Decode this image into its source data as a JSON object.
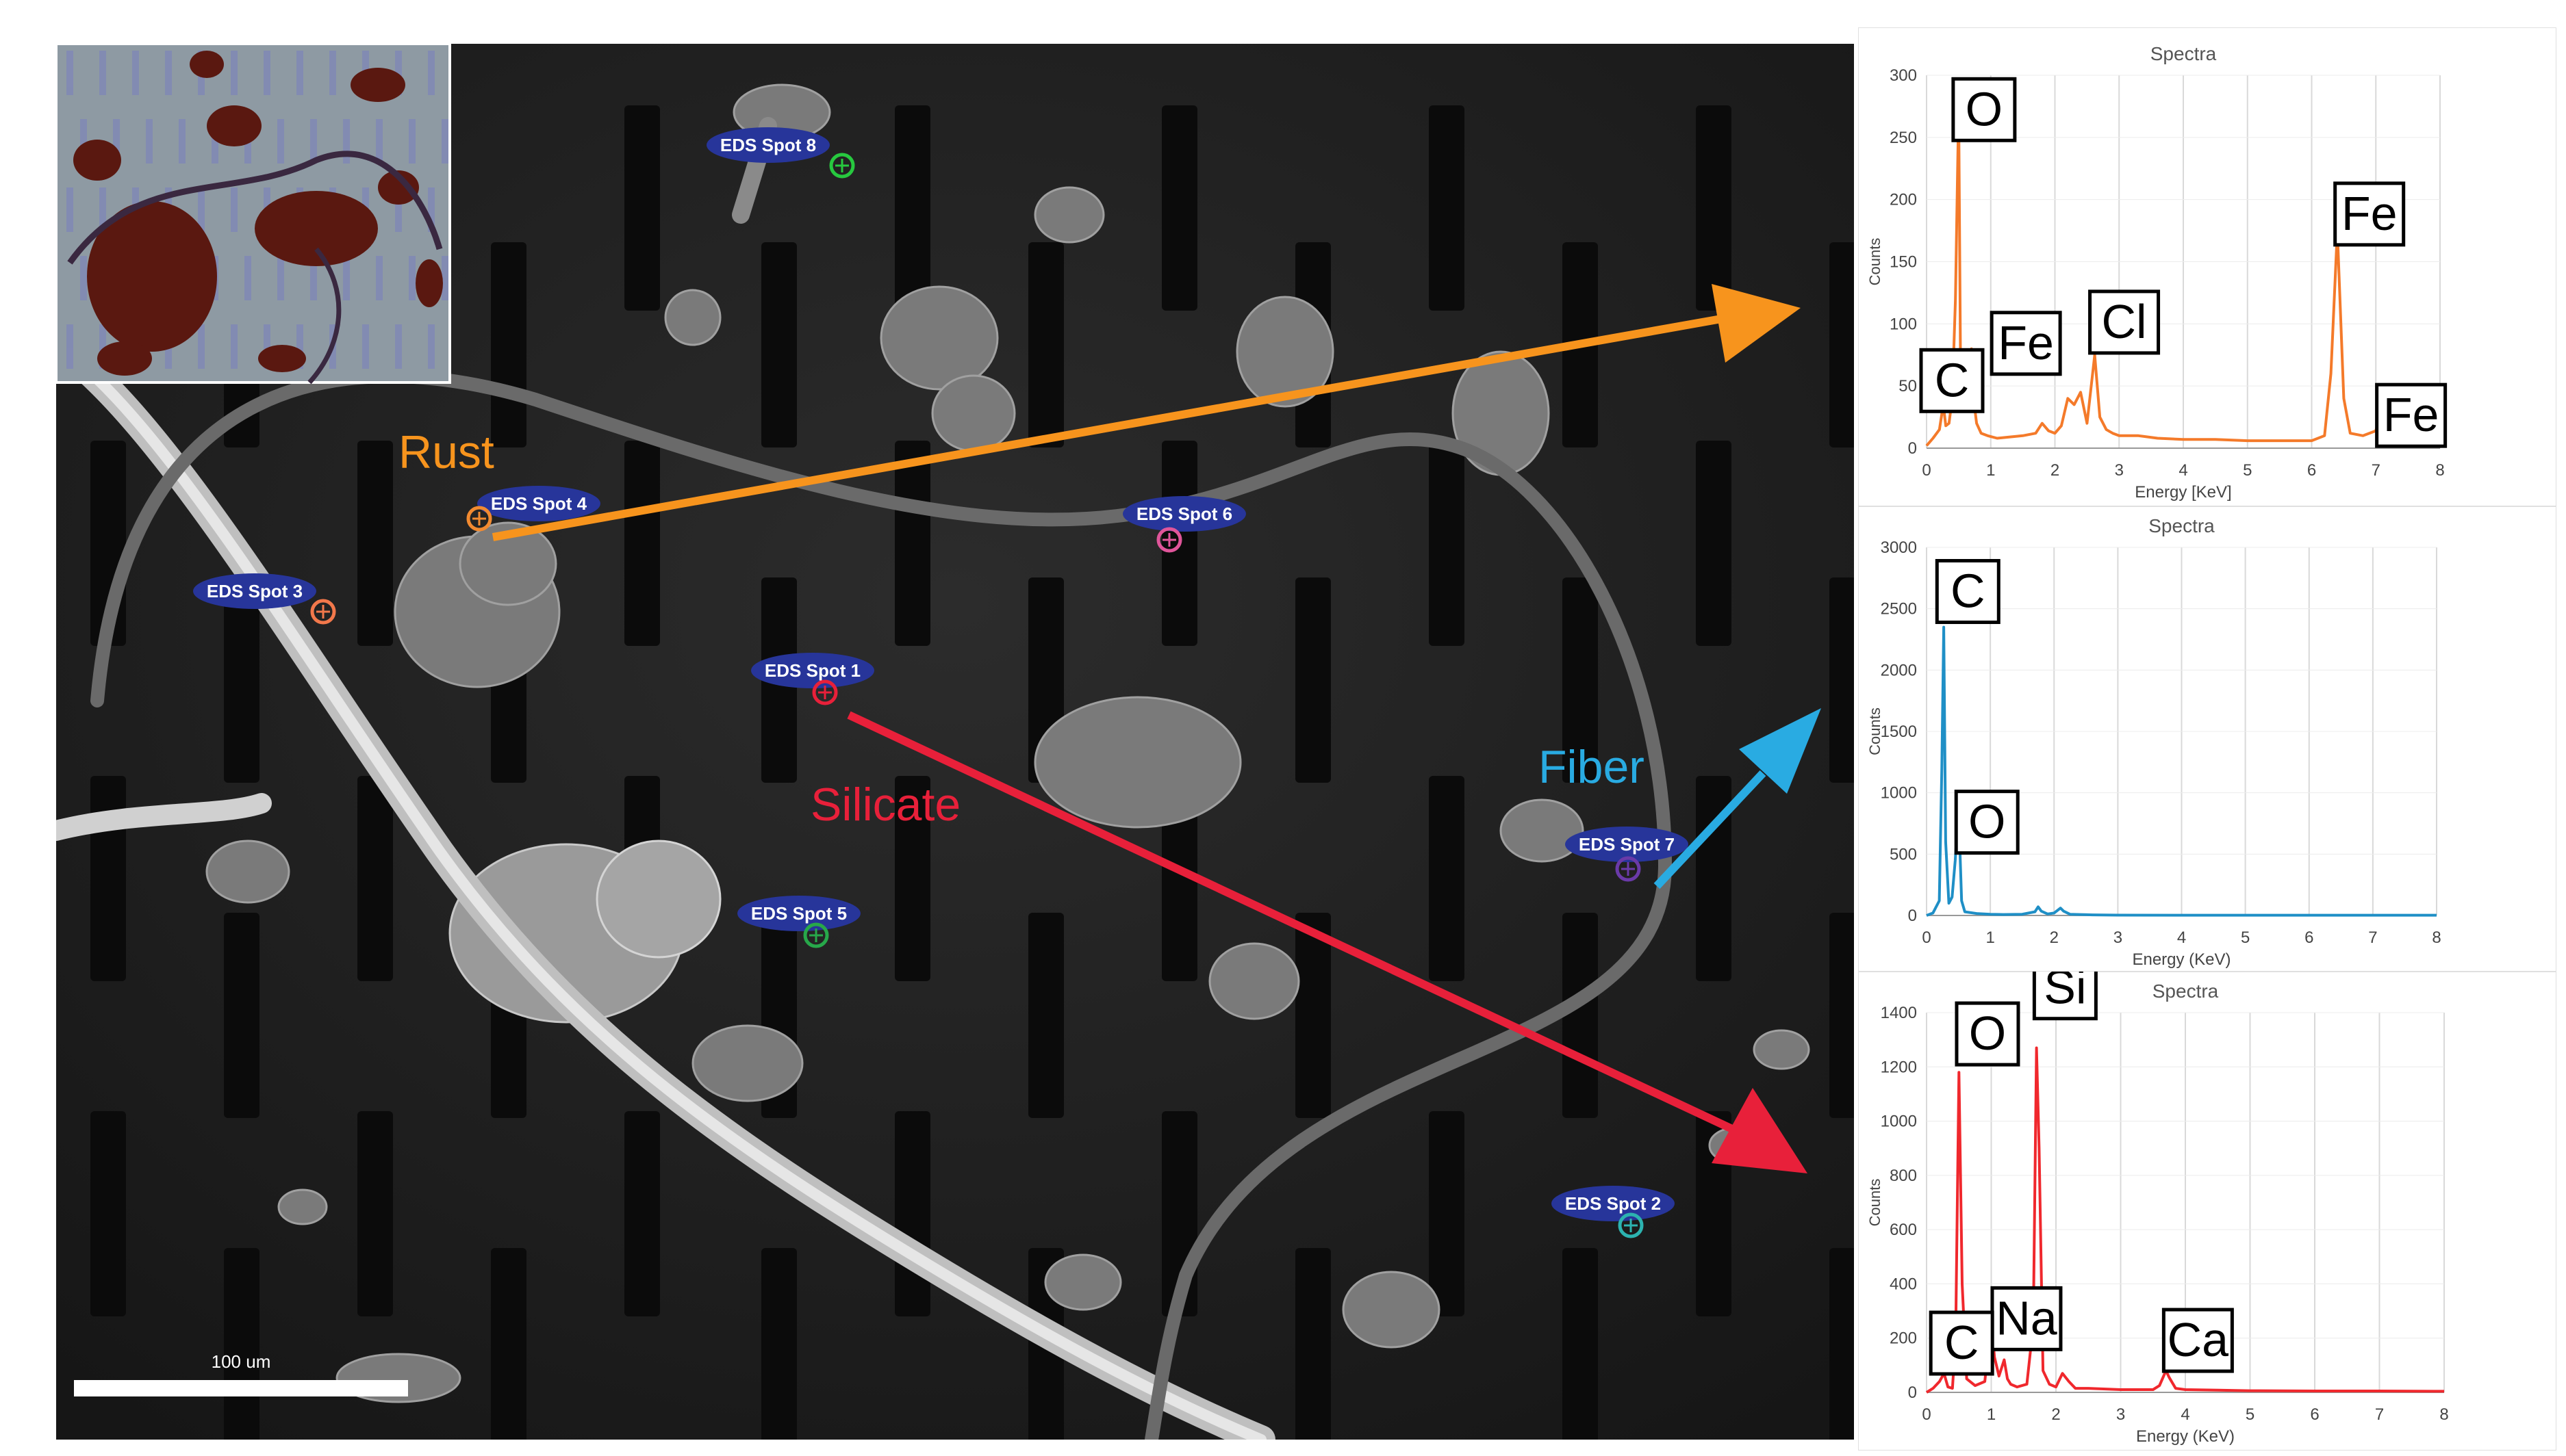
{
  "micrograph": {
    "scale_bar": "100 um",
    "spots": [
      {
        "label": "EDS Spot 8",
        "color": "#27c93f"
      },
      {
        "label": "EDS Spot 4",
        "color": "#f28a30"
      },
      {
        "label": "EDS Spot 6",
        "color": "#e0559a"
      },
      {
        "label": "EDS Spot 3",
        "color": "#f2784b"
      },
      {
        "label": "EDS Spot 1",
        "color": "#e8203a"
      },
      {
        "label": "EDS Spot 7",
        "color": "#6a3aa8"
      },
      {
        "label": "EDS Spot 5",
        "color": "#27a84a"
      },
      {
        "label": "EDS Spot 2",
        "color": "#2cb3b0"
      }
    ],
    "annotations": [
      {
        "text": "Rust",
        "color": "#f7941d"
      },
      {
        "text": "Silicate",
        "color": "#e8203a"
      },
      {
        "text": "Fiber",
        "color": "#29abe2"
      }
    ]
  },
  "chart_data": [
    {
      "type": "line",
      "title": "Spectra",
      "xlabel": "Energy [KeV]",
      "ylabel": "Counts",
      "color": "#f47a2a",
      "xlim": [
        0,
        8
      ],
      "ylim": [
        0,
        300
      ],
      "xticks": [
        "0",
        "1",
        "2",
        "3",
        "4",
        "5",
        "6",
        "7",
        "8"
      ],
      "yticks": [
        "0",
        "50",
        "100",
        "150",
        "200",
        "250",
        "300"
      ],
      "series": [
        {
          "x": [
            0,
            0.1,
            0.2,
            0.26,
            0.3,
            0.35,
            0.4,
            0.45,
            0.5,
            0.53,
            0.58,
            0.63,
            0.7,
            0.72,
            0.78,
            0.85,
            0.95,
            1.1,
            1.3,
            1.5,
            1.7,
            1.8,
            1.9,
            2.0,
            2.1,
            2.2,
            2.3,
            2.4,
            2.5,
            2.62,
            2.7,
            2.8,
            2.9,
            3.0,
            3.3,
            3.6,
            4.0,
            4.5,
            5.0,
            5.5,
            6.0,
            6.2,
            6.3,
            6.4,
            6.5,
            6.6,
            6.8,
            7.0,
            7.05,
            7.15,
            7.3,
            7.6,
            8.0
          ],
          "y": [
            2,
            8,
            15,
            35,
            18,
            20,
            40,
            120,
            275,
            60,
            35,
            40,
            80,
            45,
            20,
            12,
            10,
            8,
            9,
            10,
            12,
            20,
            14,
            12,
            18,
            40,
            35,
            45,
            20,
            75,
            25,
            15,
            12,
            10,
            10,
            8,
            7,
            7,
            6,
            6,
            6,
            10,
            60,
            175,
            40,
            12,
            10,
            14,
            25,
            12,
            8,
            6,
            5
          ]
        }
      ],
      "labels": [
        "O",
        "Fe",
        "C",
        "Cl",
        "Fe",
        "Fe"
      ]
    },
    {
      "type": "line",
      "title": "Spectra",
      "xlabel": "Energy (KeV)",
      "ylabel": "Counts",
      "color": "#1f8fc6",
      "xlim": [
        0,
        8
      ],
      "ylim": [
        0,
        3000
      ],
      "xticks": [
        "0",
        "1",
        "2",
        "3",
        "4",
        "5",
        "6",
        "7",
        "8"
      ],
      "yticks": [
        "0",
        "500",
        "1000",
        "1500",
        "2000",
        "2500",
        "3000"
      ],
      "series": [
        {
          "x": [
            0,
            0.1,
            0.2,
            0.24,
            0.27,
            0.3,
            0.35,
            0.4,
            0.45,
            0.5,
            0.55,
            0.6,
            0.8,
            1.0,
            1.2,
            1.5,
            1.7,
            1.75,
            1.8,
            1.9,
            2.0,
            2.1,
            2.15,
            2.25,
            2.4,
            2.6,
            3.0,
            4.0,
            5.0,
            6.0,
            7.0,
            8.0
          ],
          "y": [
            0,
            20,
            120,
            1200,
            2350,
            600,
            100,
            150,
            450,
            900,
            120,
            30,
            15,
            10,
            8,
            10,
            30,
            70,
            35,
            12,
            20,
            60,
            35,
            10,
            8,
            5,
            3,
            2,
            2,
            2,
            2,
            2
          ]
        }
      ],
      "labels": [
        "C",
        "O"
      ]
    },
    {
      "type": "line",
      "title": "Spectra",
      "xlabel": "Energy (KeV)",
      "ylabel": "Counts",
      "color": "#f0282d",
      "xlim": [
        0,
        8
      ],
      "ylim": [
        0,
        1400
      ],
      "xticks": [
        "0",
        "1",
        "2",
        "3",
        "4",
        "5",
        "6",
        "7",
        "8"
      ],
      "yticks": [
        "0",
        "200",
        "400",
        "600",
        "800",
        "1000",
        "1200",
        "1400"
      ],
      "series": [
        {
          "x": [
            0,
            0.1,
            0.2,
            0.27,
            0.33,
            0.4,
            0.45,
            0.5,
            0.55,
            0.62,
            0.75,
            0.9,
            1.0,
            1.05,
            1.12,
            1.2,
            1.25,
            1.3,
            1.4,
            1.55,
            1.65,
            1.7,
            1.74,
            1.8,
            1.9,
            2.0,
            2.1,
            2.2,
            2.3,
            2.5,
            3.0,
            3.5,
            3.6,
            3.7,
            3.75,
            3.85,
            4.0,
            4.5,
            5.0,
            6.0,
            7.0,
            8.0
          ],
          "y": [
            0,
            15,
            40,
            70,
            20,
            15,
            200,
            1180,
            400,
            50,
            25,
            40,
            270,
            130,
            60,
            120,
            50,
            30,
            20,
            30,
            250,
            1270,
            900,
            80,
            30,
            20,
            70,
            40,
            15,
            15,
            10,
            10,
            25,
            80,
            55,
            15,
            10,
            8,
            6,
            5,
            5,
            4
          ]
        }
      ],
      "labels": [
        "O",
        "Si",
        "Na",
        "C",
        "Ca"
      ]
    }
  ]
}
